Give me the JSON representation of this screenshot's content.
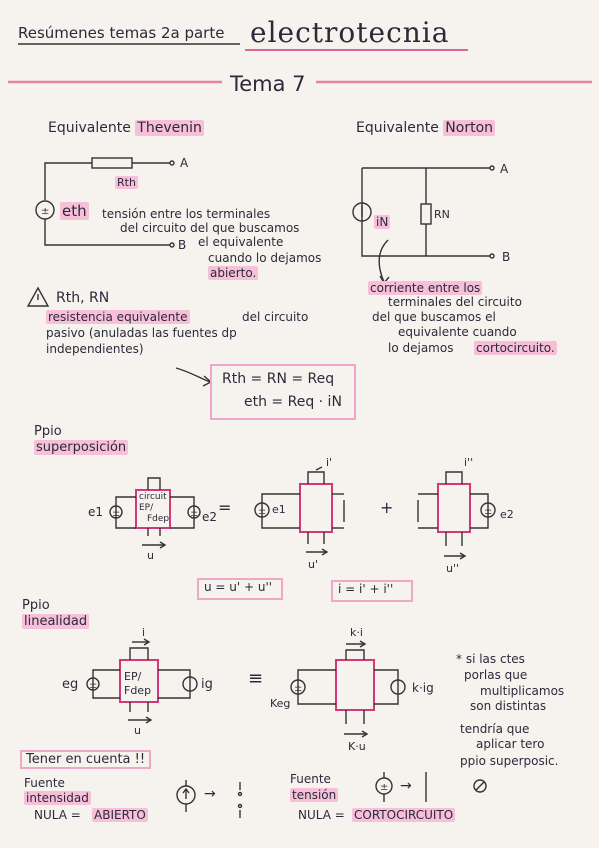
{
  "header": {
    "subtitle": "Resúmenes temas 2a parte",
    "title": "electrotecnia"
  },
  "tema": {
    "title": "Tema 7"
  },
  "thevenin": {
    "heading_prefix": "Equivalente",
    "heading_name": "Thevenin",
    "label_rth": "Rth",
    "label_a": "A",
    "label_b": "B",
    "label_eth": "eth",
    "desc": [
      "tensión entre los terminales",
      "del circuito del que buscamos",
      "el equivalente",
      "cuando lo dejamos",
      "abierto."
    ]
  },
  "norton": {
    "heading_prefix": "Equivalente",
    "heading_name": "Norton",
    "label_a": "A",
    "label_b": "B",
    "label_in": "iN",
    "label_rn": "RN",
    "desc": [
      "corriente entre los",
      "terminales del circuito",
      "del que buscamos el",
      "equivalente cuando",
      "lo dejamos",
      "cortocircuito."
    ]
  },
  "resistance": {
    "title": "Rth, RN",
    "desc_highlight": "resistencia equivalente",
    "desc": [
      "del circuito",
      "pasivo (anuladas las fuentes dp",
      "independientes)"
    ],
    "formula1": "Rth = RN = Req",
    "formula2": "eth = Req · iN"
  },
  "superposicion": {
    "label_ppio": "Ppio",
    "label_name": "superposición",
    "box_text": [
      "circuit",
      "EP/",
      "Fdep"
    ],
    "e1": "e1",
    "e2": "e2",
    "u": "u",
    "equals": "=",
    "plus": "+",
    "i1": "i'",
    "i2": "i''",
    "u1": "u'",
    "u2": "u''",
    "formula_u": "u = u' + u''",
    "formula_i": "i = i' + i''"
  },
  "linealidad": {
    "label_ppio": "Ppio",
    "label_name": "linealidad",
    "i": "i",
    "eg": "eg",
    "ig": "ig",
    "box_text": [
      "EP/",
      "Fdep"
    ],
    "u": "u",
    "equiv": "≡",
    "ki": "k·i",
    "keg": "Keg",
    "kig": "k·ig",
    "ku": "K·u",
    "note": [
      "* si las ctes",
      "porlas que",
      "multiplicamos",
      "son distintas",
      "tendría que",
      "aplicar tero",
      "ppio superposic."
    ]
  },
  "tener": {
    "title": "Tener en cuenta !!",
    "fi_label1": "Fuente",
    "fi_label2": "intensidad",
    "fi_nula": "NULA =",
    "fi_value": "ABIERTO",
    "ft_label1": "Fuente",
    "ft_label2": "tensión",
    "ft_nula": "NULA =",
    "ft_value": "CORTOCIRCUITO",
    "arrow": "→"
  },
  "colors": {
    "ink": "#2a2a3a",
    "pink": "#d2397a",
    "highlight": "#f7bfd8",
    "box": "#f0a6c7",
    "paper": "#f6f3ee"
  }
}
